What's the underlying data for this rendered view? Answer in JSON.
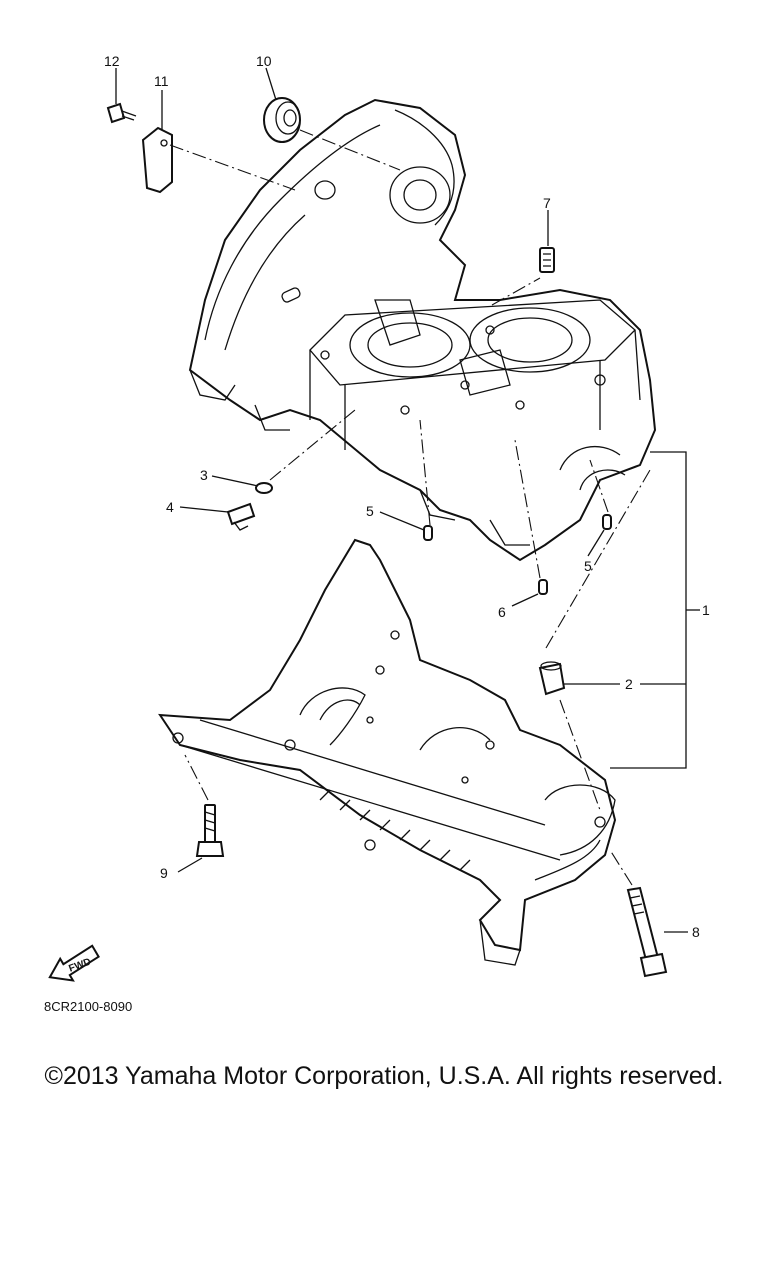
{
  "callouts": {
    "c1": "1",
    "c2": "2",
    "c3": "3",
    "c4": "4",
    "c5a": "5",
    "c5b": "5",
    "c6": "6",
    "c7": "7",
    "c8": "8",
    "c9": "9",
    "c10": "10",
    "c11": "11",
    "c12": "12"
  },
  "part_code": "8CR2100-8090",
  "fwd_label": "FWD",
  "copyright": "©2013 Yamaha Motor Corporation, U.S.A. All rights reserved."
}
